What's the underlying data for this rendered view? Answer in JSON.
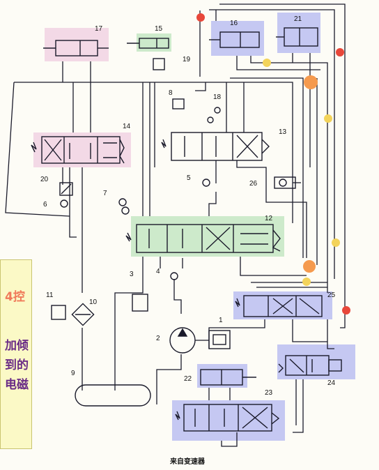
{
  "caption": "来自变速器",
  "note": {
    "line1": "4控",
    "line2": "加倾",
    "line3": "到的",
    "line4": "电磁"
  },
  "highlight_colors": {
    "pink": "#f3d9e6",
    "green": "#cdeacb",
    "blue": "#c5c8f2",
    "red_dot": "#e8473a",
    "orange_dot": "#f59a4e",
    "yellow_dot": "#f3d35a",
    "note_bg": "#fbf9c6"
  },
  "labels": {
    "n1": "1",
    "n2": "2",
    "n3": "3",
    "n4": "4",
    "n5": "5",
    "n6": "6",
    "n7": "7",
    "n8": "8",
    "n9": "9",
    "n10": "10",
    "n11": "11",
    "n12": "12",
    "n13": "13",
    "n14": "14",
    "n15": "15",
    "n16": "16",
    "n17": "17",
    "n18": "18",
    "n19": "19",
    "n20": "20",
    "n21": "21",
    "n22": "22",
    "n23": "23",
    "n24": "24",
    "n25": "25",
    "n26": "26"
  }
}
